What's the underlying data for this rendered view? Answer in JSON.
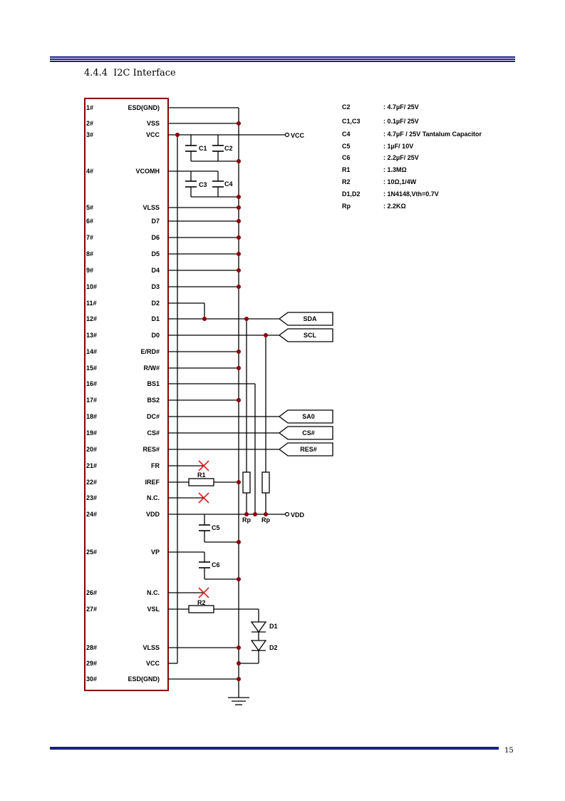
{
  "header": {
    "section_number": "4.4.4",
    "section_title": "I2C Interface"
  },
  "pins": [
    {
      "num": "1#",
      "name": "ESD(GND)"
    },
    {
      "num": "2#",
      "name": "VSS"
    },
    {
      "num": "3#",
      "name": "VCC"
    },
    {
      "num": "4#",
      "name": "VCOMH"
    },
    {
      "num": "5#",
      "name": "VLSS"
    },
    {
      "num": "6#",
      "name": "D7"
    },
    {
      "num": "7#",
      "name": "D6"
    },
    {
      "num": "8#",
      "name": "D5"
    },
    {
      "num": "9#",
      "name": "D4"
    },
    {
      "num": "10#",
      "name": "D3"
    },
    {
      "num": "11#",
      "name": "D2"
    },
    {
      "num": "12#",
      "name": "D1"
    },
    {
      "num": "13#",
      "name": "D0"
    },
    {
      "num": "14#",
      "name": "E/RD#"
    },
    {
      "num": "15#",
      "name": "R/W#"
    },
    {
      "num": "16#",
      "name": "BS1"
    },
    {
      "num": "17#",
      "name": "BS2"
    },
    {
      "num": "18#",
      "name": "DC#"
    },
    {
      "num": "19#",
      "name": "CS#"
    },
    {
      "num": "20#",
      "name": "RES#"
    },
    {
      "num": "21#",
      "name": "FR"
    },
    {
      "num": "22#",
      "name": "IREF"
    },
    {
      "num": "23#",
      "name": "N.C."
    },
    {
      "num": "24#",
      "name": "VDD"
    },
    {
      "num": "25#",
      "name": "VP"
    },
    {
      "num": "26#",
      "name": "N.C."
    },
    {
      "num": "27#",
      "name": "VSL"
    },
    {
      "num": "28#",
      "name": "VLSS"
    },
    {
      "num": "29#",
      "name": "VCC"
    },
    {
      "num": "30#",
      "name": "ESD(GND)"
    }
  ],
  "rails": {
    "vcc": "VCC",
    "vdd": "VDD"
  },
  "signals": {
    "sda": "SDA",
    "scl": "SCL",
    "sa0": "SA0",
    "cs": "CS#",
    "res": "RES#"
  },
  "parts": {
    "c1": "C1",
    "c2": "C2",
    "c3": "C3",
    "c4": "C4",
    "c5": "C5",
    "c6": "C6",
    "r1": "R1",
    "r2": "R2",
    "rp1": "Rp",
    "rp2": "Rp",
    "d1": "D1",
    "d2": "D2"
  },
  "components": [
    {
      "ref": "C2",
      "value": ": 4.7µF/ 25V"
    },
    {
      "ref": "C1,C3",
      "value": ": 0.1µF/ 25V"
    },
    {
      "ref": "C4",
      "value": ": 4.7µF / 25V Tantalum Capacitor"
    },
    {
      "ref": "C5",
      "value": ": 1µF/ 10V"
    },
    {
      "ref": "C6",
      "value": ": 2.2µF/ 25V"
    },
    {
      "ref": "R1",
      "value": ": 1.3MΩ"
    },
    {
      "ref": "R2",
      "value": ": 10Ω,1/4W"
    },
    {
      "ref": "D1,D2",
      "value": ": 1N4148,Vth=0.7V"
    },
    {
      "ref": "Rp",
      "value": ": 2.2KΩ"
    }
  ],
  "footer": {
    "page_number": "15"
  }
}
